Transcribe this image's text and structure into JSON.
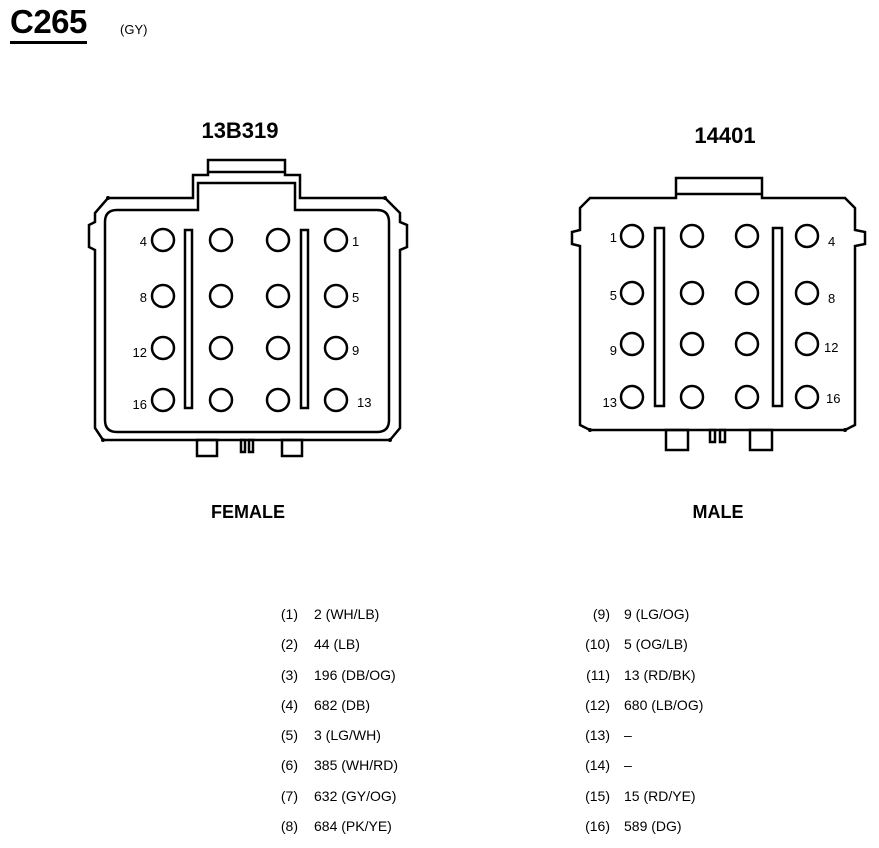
{
  "header": {
    "connector_id": "C265",
    "connector_color": "(GY)"
  },
  "female": {
    "part_number": "13B319",
    "label": "FEMALE",
    "pin_labels": {
      "top_left": "4",
      "top_right": "1",
      "r2_left": "8",
      "r2_right": "5",
      "r3_left": "12",
      "r3_right": "9",
      "bottom_left": "16",
      "bottom_right": "13"
    }
  },
  "male": {
    "part_number": "14401",
    "label": "MALE",
    "pin_labels": {
      "top_left": "1",
      "top_right": "4",
      "r2_left": "5",
      "r2_right": "8",
      "r3_left": "9",
      "r3_right": "12",
      "bottom_left": "13",
      "bottom_right": "16"
    }
  },
  "pinout": {
    "left": [
      {
        "pin": "(1)",
        "circuit": "2 (WH/LB)"
      },
      {
        "pin": "(2)",
        "circuit": "44 (LB)"
      },
      {
        "pin": "(3)",
        "circuit": "196 (DB/OG)"
      },
      {
        "pin": "(4)",
        "circuit": "682 (DB)"
      },
      {
        "pin": "(5)",
        "circuit": "3 (LG/WH)"
      },
      {
        "pin": "(6)",
        "circuit": "385 (WH/RD)"
      },
      {
        "pin": "(7)",
        "circuit": "632 (GY/OG)"
      },
      {
        "pin": "(8)",
        "circuit": "684 (PK/YE)"
      }
    ],
    "right": [
      {
        "pin": "(9)",
        "circuit": "9 (LG/OG)"
      },
      {
        "pin": "(10)",
        "circuit": "5 (OG/LB)"
      },
      {
        "pin": "(11)",
        "circuit": "13 (RD/BK)"
      },
      {
        "pin": "(12)",
        "circuit": "680 (LB/OG)"
      },
      {
        "pin": "(13)",
        "circuit": "–"
      },
      {
        "pin": "(14)",
        "circuit": "–"
      },
      {
        "pin": "(15)",
        "circuit": "15 (RD/YE)"
      },
      {
        "pin": "(16)",
        "circuit": "589 (DG)"
      }
    ]
  }
}
